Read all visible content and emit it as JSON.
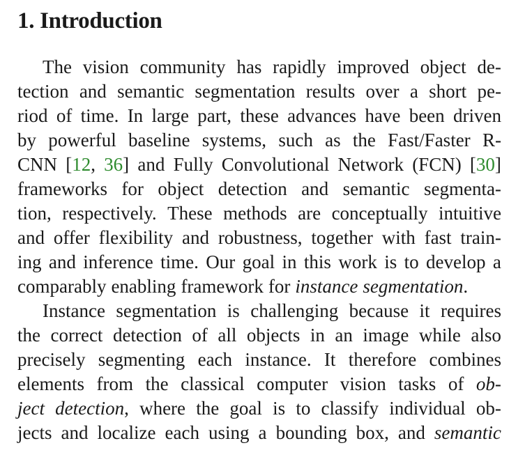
{
  "section": {
    "title": "1. Introduction"
  },
  "paragraphs": [
    {
      "lines": [
        [
          {
            "t": "The"
          },
          {
            "t": "vision"
          },
          {
            "t": "community"
          },
          {
            "t": "has"
          },
          {
            "t": "rapidly"
          },
          {
            "t": "improved"
          },
          {
            "t": "object"
          },
          {
            "t": "de-"
          }
        ],
        [
          {
            "t": "tection"
          },
          {
            "t": "and"
          },
          {
            "t": "semantic"
          },
          {
            "t": "segmentation"
          },
          {
            "t": "results"
          },
          {
            "t": "over"
          },
          {
            "t": "a"
          },
          {
            "t": "short"
          },
          {
            "t": "pe-"
          }
        ],
        [
          {
            "t": "riod"
          },
          {
            "t": "of"
          },
          {
            "t": "time."
          },
          {
            "t": "In"
          },
          {
            "t": "large"
          },
          {
            "t": "part,"
          },
          {
            "t": "these"
          },
          {
            "t": "advances"
          },
          {
            "t": "have"
          },
          {
            "t": "been"
          },
          {
            "t": "driven"
          }
        ],
        [
          {
            "t": "by"
          },
          {
            "t": "powerful"
          },
          {
            "t": "baseline"
          },
          {
            "t": "systems,"
          },
          {
            "t": "such"
          },
          {
            "t": "as"
          },
          {
            "t": "the"
          },
          {
            "t": "Fast/Faster"
          },
          {
            "t": "R-"
          }
        ],
        [
          {
            "t": "CNN"
          },
          {
            "segs": [
              {
                "t": "["
              },
              {
                "t": "12",
                "cite": true
              },
              {
                "t": ","
              }
            ]
          },
          {
            "segs": [
              {
                "t": "36",
                "cite": true
              },
              {
                "t": "]"
              }
            ]
          },
          {
            "t": "and"
          },
          {
            "t": "Fully"
          },
          {
            "t": "Convolutional"
          },
          {
            "t": "Network"
          },
          {
            "t": "(FCN)"
          },
          {
            "segs": [
              {
                "t": "["
              },
              {
                "t": "30",
                "cite": true
              },
              {
                "t": "]"
              }
            ]
          }
        ],
        [
          {
            "t": "frameworks"
          },
          {
            "t": "for"
          },
          {
            "t": "object"
          },
          {
            "t": "detection"
          },
          {
            "t": "and"
          },
          {
            "t": "semantic"
          },
          {
            "t": "segmenta-"
          }
        ],
        [
          {
            "t": "tion,"
          },
          {
            "t": "respectively."
          },
          {
            "t": "These"
          },
          {
            "t": "methods"
          },
          {
            "t": "are"
          },
          {
            "t": "conceptually"
          },
          {
            "t": "intuitive"
          }
        ],
        [
          {
            "t": "and"
          },
          {
            "t": "offer"
          },
          {
            "t": "flexibility"
          },
          {
            "t": "and"
          },
          {
            "t": "robustness,"
          },
          {
            "t": "together"
          },
          {
            "t": "with"
          },
          {
            "t": "fast"
          },
          {
            "t": "train-"
          }
        ],
        [
          {
            "t": "ing"
          },
          {
            "t": "and"
          },
          {
            "t": "inference"
          },
          {
            "t": "time."
          },
          {
            "t": "Our"
          },
          {
            "t": "goal"
          },
          {
            "t": "in"
          },
          {
            "t": "this"
          },
          {
            "t": "work"
          },
          {
            "t": "is"
          },
          {
            "t": "to"
          },
          {
            "t": "develop"
          },
          {
            "t": "a"
          }
        ],
        [
          {
            "t": "comparably"
          },
          {
            "t": "enabling"
          },
          {
            "t": "framework"
          },
          {
            "t": "for"
          },
          {
            "t": "instance",
            "i": true
          },
          {
            "segs": [
              {
                "t": "segmentation",
                "i": true
              },
              {
                "t": "."
              }
            ]
          }
        ]
      ]
    },
    {
      "lines": [
        [
          {
            "t": "Instance"
          },
          {
            "t": "segmentation"
          },
          {
            "t": "is"
          },
          {
            "t": "challenging"
          },
          {
            "t": "because"
          },
          {
            "t": "it"
          },
          {
            "t": "requires"
          }
        ],
        [
          {
            "t": "the"
          },
          {
            "t": "correct"
          },
          {
            "t": "detection"
          },
          {
            "t": "of"
          },
          {
            "t": "all"
          },
          {
            "t": "objects"
          },
          {
            "t": "in"
          },
          {
            "t": "an"
          },
          {
            "t": "image"
          },
          {
            "t": "while"
          },
          {
            "t": "also"
          }
        ],
        [
          {
            "t": "precisely"
          },
          {
            "t": "segmenting"
          },
          {
            "t": "each"
          },
          {
            "t": "instance."
          },
          {
            "t": "It"
          },
          {
            "t": "therefore"
          },
          {
            "t": "combines"
          }
        ],
        [
          {
            "t": "elements"
          },
          {
            "t": "from"
          },
          {
            "t": "the"
          },
          {
            "t": "classical"
          },
          {
            "t": "computer"
          },
          {
            "t": "vision"
          },
          {
            "t": "tasks"
          },
          {
            "t": "of"
          },
          {
            "t": "ob-",
            "i": true
          }
        ],
        [
          {
            "segs": [
              {
                "t": "ject",
                "i": true
              }
            ]
          },
          {
            "segs": [
              {
                "t": "detection",
                "i": true
              },
              {
                "t": ","
              }
            ]
          },
          {
            "t": "where"
          },
          {
            "t": "the"
          },
          {
            "t": "goal"
          },
          {
            "t": "is"
          },
          {
            "t": "to"
          },
          {
            "t": "classify"
          },
          {
            "t": "individual"
          },
          {
            "t": "ob-"
          }
        ],
        [
          {
            "t": "jects"
          },
          {
            "t": "and"
          },
          {
            "t": "localize"
          },
          {
            "t": "each"
          },
          {
            "t": "using"
          },
          {
            "t": "a"
          },
          {
            "t": "bounding"
          },
          {
            "t": "box,"
          },
          {
            "t": "and"
          },
          {
            "t": "semantic",
            "i": true
          }
        ]
      ]
    }
  ]
}
